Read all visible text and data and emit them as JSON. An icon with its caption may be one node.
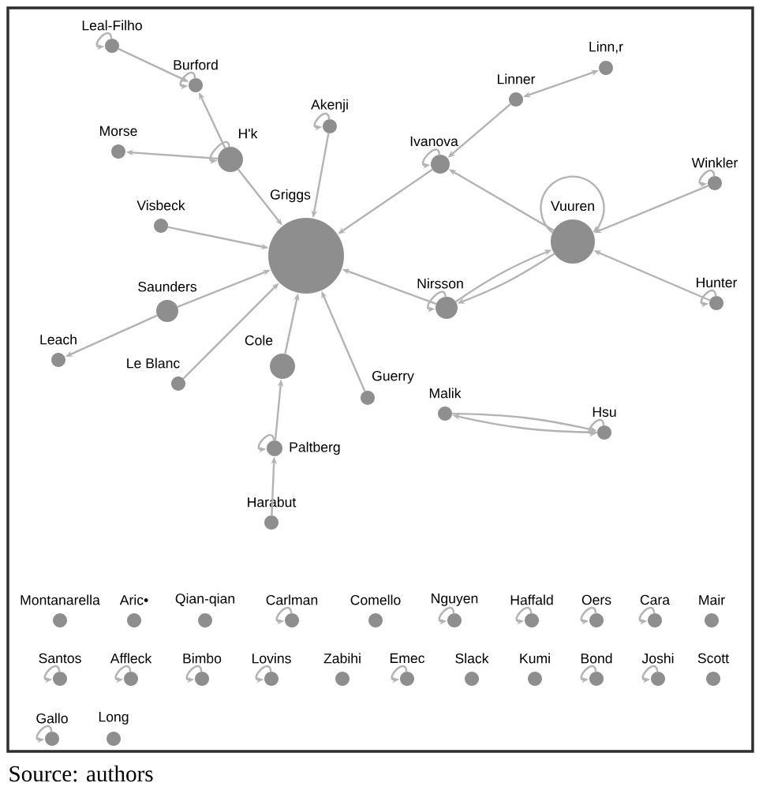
{
  "diagram": {
    "caption": "Source: authors",
    "nodes": [
      {
        "text": [
          "Leal-Filho"
        ]
      },
      {
        "text": [
          "Burford"
        ]
      },
      {
        "text": [
          "Linn,r"
        ]
      },
      {
        "text": [
          "Linner"
        ]
      },
      {
        "text": [
          "Akenji"
        ]
      },
      {
        "text": [
          "Morse"
        ]
      },
      {
        "text": [
          "H'k"
        ]
      },
      {
        "text": [
          "Ivanova"
        ]
      },
      {
        "text": [
          "Winkler"
        ]
      },
      {
        "text": [
          "Griggs"
        ]
      },
      {
        "text": [
          "Visbeck"
        ]
      },
      {
        "text": [
          "Vuuren"
        ]
      },
      {
        "text": [
          "Saunders"
        ]
      },
      {
        "text": [
          "Nirsson"
        ]
      },
      {
        "text": [
          "Hunter"
        ]
      },
      {
        "text": [
          "Leach"
        ]
      },
      {
        "text": [
          "Le Blanc"
        ]
      },
      {
        "text": [
          "Cole"
        ]
      },
      {
        "text": [
          "Guerry"
        ]
      },
      {
        "text": [
          "Malik"
        ]
      },
      {
        "text": [
          "Hsu"
        ]
      },
      {
        "text": [
          "Paltberg"
        ]
      },
      {
        "text": [
          "Harabut"
        ]
      },
      {
        "text": [
          "Montanarella"
        ]
      },
      {
        "text": [
          "Aric•"
        ]
      },
      {
        "text": [
          "Qian-qian"
        ]
      },
      {
        "text": [
          "Carlman"
        ]
      },
      {
        "text": [
          "Comello"
        ]
      },
      {
        "text": [
          "Nguyen"
        ]
      },
      {
        "text": [
          "Haffald"
        ]
      },
      {
        "text": [
          "Oers"
        ]
      },
      {
        "text": [
          "Cara"
        ]
      },
      {
        "text": [
          "Mair"
        ]
      },
      {
        "text": [
          "Santos"
        ]
      },
      {
        "text": [
          "Affleck"
        ]
      },
      {
        "text": [
          "Bimbo"
        ]
      },
      {
        "text": [
          "Lovins"
        ]
      },
      {
        "text": [
          "Zabihi"
        ]
      },
      {
        "text": [
          "Emec"
        ]
      },
      {
        "text": [
          "Slack"
        ]
      },
      {
        "text": [
          "Kumi"
        ]
      },
      {
        "text": [
          "Bond"
        ]
      },
      {
        "text": [
          "Joshi"
        ]
      },
      {
        "text": [
          "Scott"
        ]
      },
      {
        "text": [
          "Gallo"
        ]
      },
      {
        "text": [
          "Long"
        ]
      }
    ],
    "edges": [
      {
        "from": 0,
        "to": 0,
        "arrow": "to"
      },
      {
        "from": 0,
        "to": 1,
        "arrow": "to"
      },
      {
        "from": 1,
        "to": 1,
        "arrow": "to"
      },
      {
        "from": 2,
        "to": 3,
        "arrow": "both"
      },
      {
        "from": 3,
        "to": 7,
        "arrow": "to"
      },
      {
        "from": 4,
        "to": 4,
        "arrow": "to"
      },
      {
        "from": 4,
        "to": 9,
        "arrow": "to"
      },
      {
        "from": 6,
        "to": 6,
        "arrow": "to"
      },
      {
        "from": 6,
        "to": 1,
        "arrow": "to"
      },
      {
        "from": 6,
        "to": 5,
        "arrow": "to"
      },
      {
        "from": 6,
        "to": 9,
        "arrow": "to"
      },
      {
        "from": 7,
        "to": 7,
        "arrow": "to"
      },
      {
        "from": 7,
        "to": 9,
        "arrow": "to"
      },
      {
        "from": 8,
        "to": 8,
        "arrow": "to"
      },
      {
        "from": 8,
        "to": 11,
        "arrow": "to"
      },
      {
        "from": 10,
        "to": 9,
        "arrow": "to"
      },
      {
        "from": 11,
        "to": 11,
        "arrow": "to"
      },
      {
        "from": 11,
        "to": 7,
        "arrow": "to"
      },
      {
        "from": 11,
        "to": 13,
        "arrow": "to"
      },
      {
        "from": 13,
        "to": 11,
        "arrow": "to"
      },
      {
        "from": 13,
        "to": 13,
        "arrow": "to"
      },
      {
        "from": 13,
        "to": 9,
        "arrow": "to"
      },
      {
        "from": 12,
        "to": 9,
        "arrow": "to"
      },
      {
        "from": 12,
        "to": 15,
        "arrow": "to"
      },
      {
        "from": 14,
        "to": 14,
        "arrow": "to"
      },
      {
        "from": 14,
        "to": 11,
        "arrow": "to"
      },
      {
        "from": 16,
        "to": 9,
        "arrow": "to"
      },
      {
        "from": 17,
        "to": 9,
        "arrow": "to"
      },
      {
        "from": 18,
        "to": 9,
        "arrow": "to"
      },
      {
        "from": 19,
        "to": 20,
        "arrow": "to"
      },
      {
        "from": 20,
        "to": 19,
        "arrow": "to"
      },
      {
        "from": 20,
        "to": 20,
        "arrow": "to"
      },
      {
        "from": 21,
        "to": 21,
        "arrow": "to"
      },
      {
        "from": 21,
        "to": 17,
        "arrow": "to"
      },
      {
        "from": 22,
        "to": 21,
        "arrow": "to"
      },
      {
        "from": 26,
        "to": 26,
        "arrow": "to"
      },
      {
        "from": 28,
        "to": 28,
        "arrow": "to"
      },
      {
        "from": 29,
        "to": 29,
        "arrow": "to"
      },
      {
        "from": 30,
        "to": 30,
        "arrow": "to"
      },
      {
        "from": 31,
        "to": 31,
        "arrow": "to"
      },
      {
        "from": 33,
        "to": 33,
        "arrow": "to"
      },
      {
        "from": 34,
        "to": 34,
        "arrow": "to"
      },
      {
        "from": 35,
        "to": 35,
        "arrow": "to"
      },
      {
        "from": 36,
        "to": 36,
        "arrow": "to"
      },
      {
        "from": 38,
        "to": 38,
        "arrow": "to"
      },
      {
        "from": 41,
        "to": 41,
        "arrow": "to"
      },
      {
        "from": 42,
        "to": 42,
        "arrow": "to"
      },
      {
        "from": 44,
        "to": 44,
        "arrow": "to"
      }
    ]
  }
}
